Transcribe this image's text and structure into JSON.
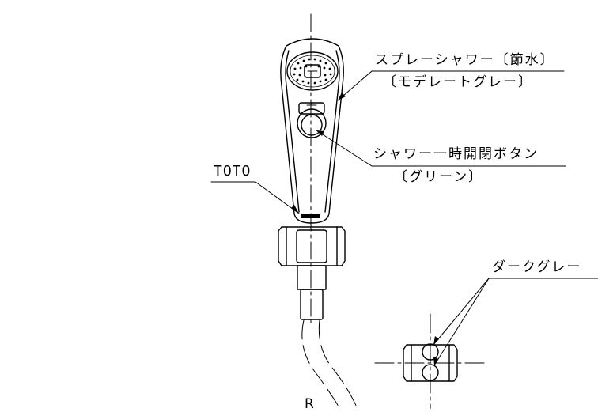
{
  "labels": {
    "spray_shower": "スプレーシャワー〔節水〕",
    "spray_color": "〔モデレートグレー〕",
    "pause_button": "シャワー一時開閉ボタン",
    "pause_color": "〔グリーン〕",
    "brand": "TOTO",
    "dark_gray": "ダークグレー",
    "radius_mark": "R"
  },
  "colors": {
    "line": "#000000",
    "background": "#ffffff"
  }
}
